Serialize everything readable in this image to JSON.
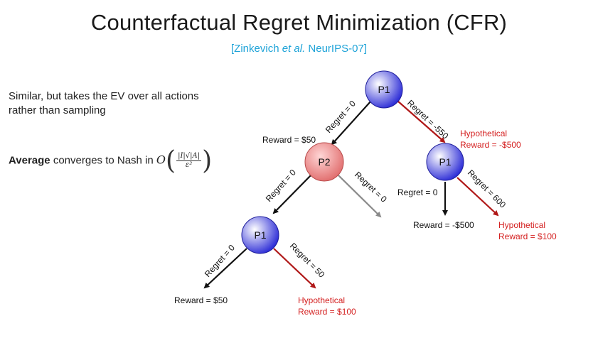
{
  "title": "Counterfactual Regret Minimization (CFR)",
  "citation": {
    "open": "[Zinkevich ",
    "etal": "et al.",
    "rest": " NeurIPS-07]"
  },
  "description": {
    "line1": "Similar, but takes the EV over all actions",
    "line2": "rather than sampling"
  },
  "average": {
    "bold": "Average",
    "rest": " converges to Nash in ",
    "O": "O",
    "num": "|I|√|A|",
    "den": "ε²"
  },
  "nodes": {
    "root": "P1",
    "p2": "P2",
    "right_p1": "P1",
    "left_p1": "P1"
  },
  "edges": {
    "root_left": "Regret = 0",
    "root_right": "Regret = -550",
    "p2_left": "Regret = 0",
    "p2_right": "Regret = 0",
    "rp1_left": "Regret = 0",
    "rp1_right": "Regret = 600",
    "lp1_left": "Regret = 0",
    "lp1_right": "Regret = 50"
  },
  "rewards": {
    "p2_reward": "Reward = $50",
    "rp1_left": "Reward = -$500",
    "lp1_left": "Reward = $50"
  },
  "hypothetical": {
    "root_right_1": "Hypothetical",
    "root_right_2": "Reward = -$500",
    "rp1_right_1": "Hypothetical",
    "rp1_right_2": "Reward = $100",
    "lp1_right_1": "Hypothetical",
    "lp1_right_2": "Reward = $100"
  },
  "colors": {
    "blue": "#2b2bd6",
    "red_node": "#e06a6a",
    "arrow_red": "#b01818",
    "arrow_gray": "#8a8a8a",
    "hyp_red": "#d42020",
    "cite": "#1ea3d8"
  }
}
